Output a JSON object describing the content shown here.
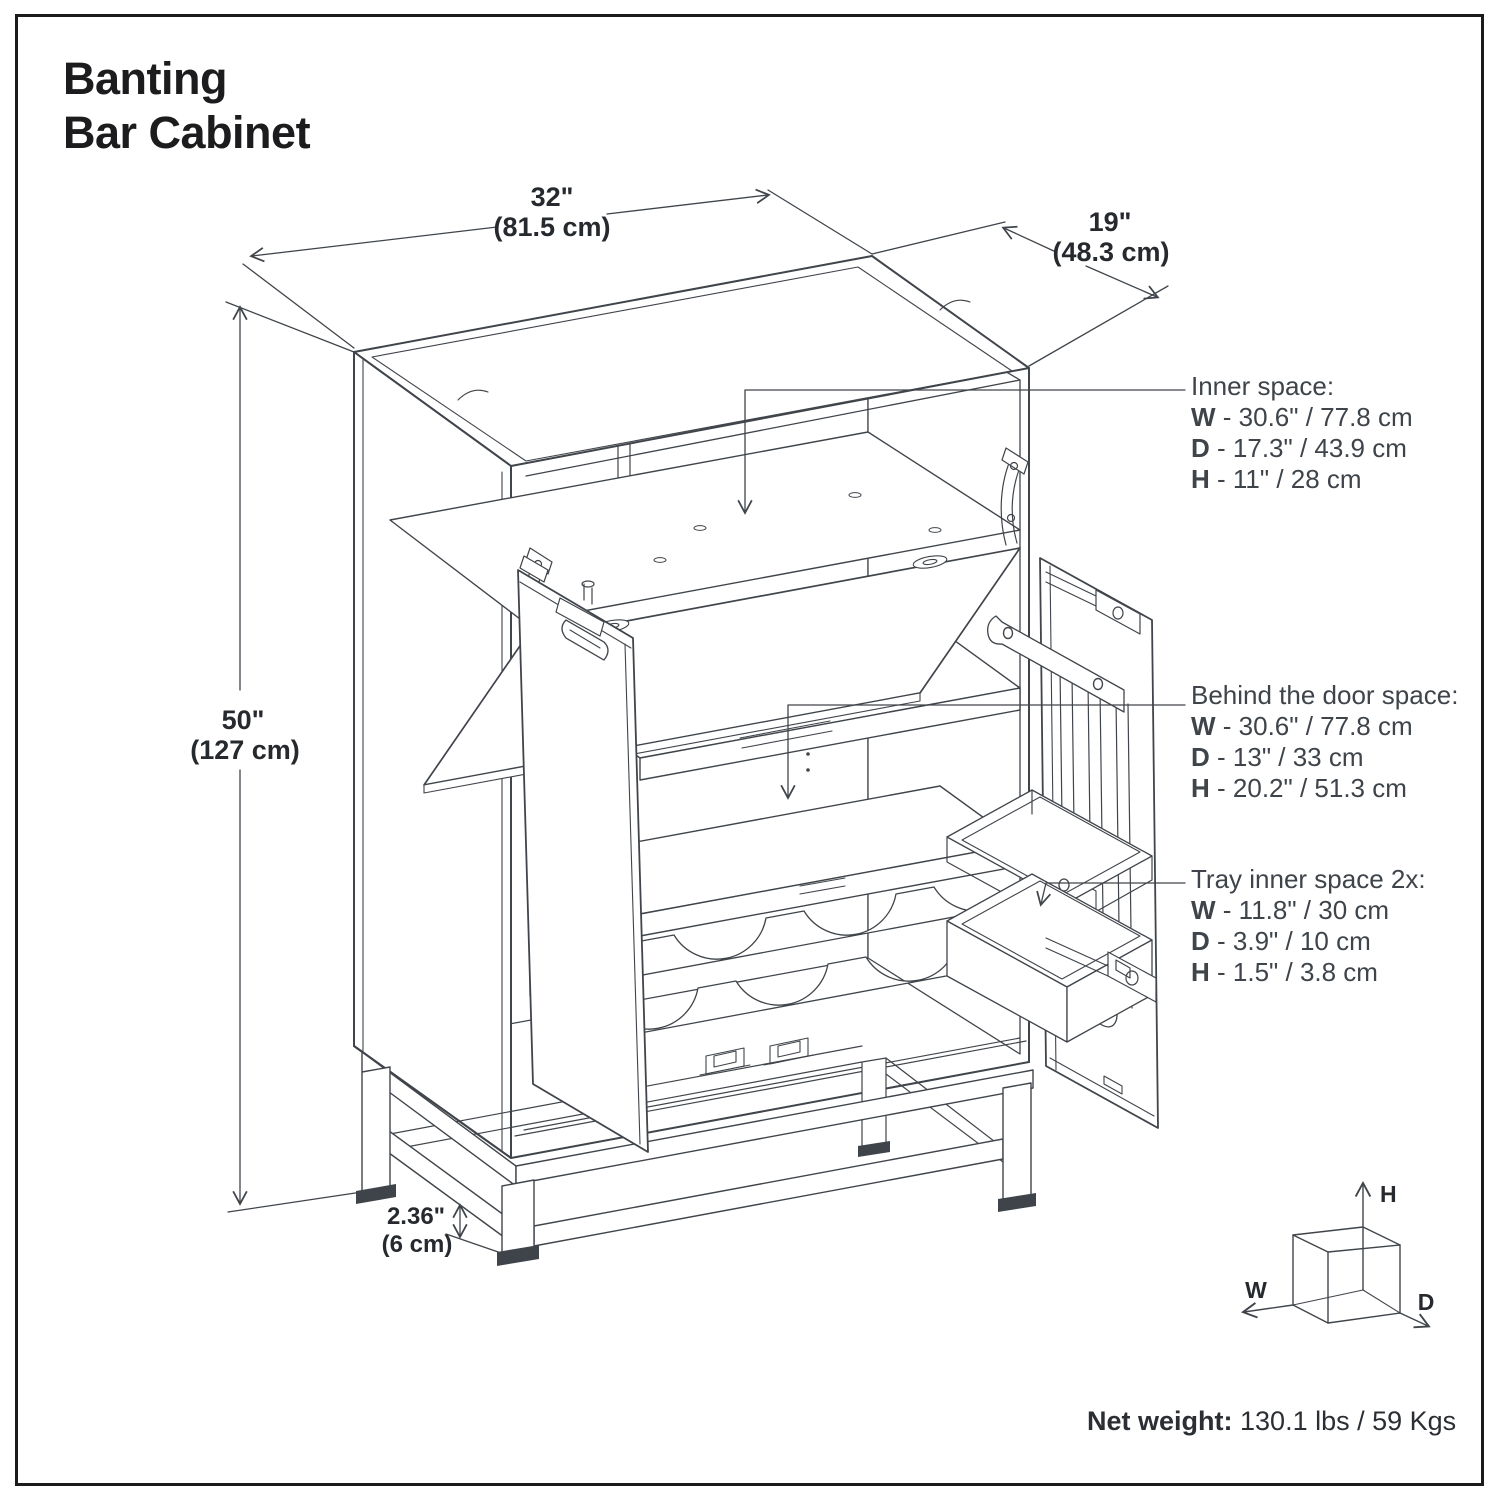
{
  "title": {
    "line1": "Banting",
    "line2": "Bar Cabinet"
  },
  "dimensions": {
    "width_in": "32\"",
    "width_cm": "(81.5 cm)",
    "depth_in": "19\"",
    "depth_cm": "(48.3 cm)",
    "height_in": "50\"",
    "height_cm": "(127 cm)",
    "base_in": "2.36\"",
    "base_cm": "(6 cm)"
  },
  "annotations": {
    "inner_space": {
      "title": "Inner space:",
      "w_key": "W",
      "w_val": "- 30.6\" / 77.8 cm",
      "d_key": "D",
      "d_val": "- 17.3\" / 43.9 cm",
      "h_key": "H",
      "h_val": "- 11\" / 28 cm"
    },
    "behind_door": {
      "title": "Behind the door space:",
      "w_key": "W",
      "w_val": "- 30.6\" / 77.8 cm",
      "d_key": "D",
      "d_val": "- 13\" / 33 cm",
      "h_key": "H",
      "h_val": "- 20.2\" / 51.3 cm"
    },
    "tray": {
      "title": "Tray inner space 2x:",
      "w_key": "W",
      "w_val": "- 11.8\" / 30 cm",
      "d_key": "D",
      "d_val": "- 3.9\" / 10 cm",
      "h_key": "H",
      "h_val": "- 1.5\" / 3.8 cm"
    }
  },
  "axis_cube": {
    "w": "W",
    "h": "H",
    "d": "D"
  },
  "net_weight": {
    "label": "Net weight:",
    "value": "130.1 lbs / 59 Kgs"
  },
  "colors": {
    "line": "#40454b",
    "text_dark": "#1c1c1e",
    "text_annotation": "#3e4449",
    "background": "#ffffff"
  }
}
